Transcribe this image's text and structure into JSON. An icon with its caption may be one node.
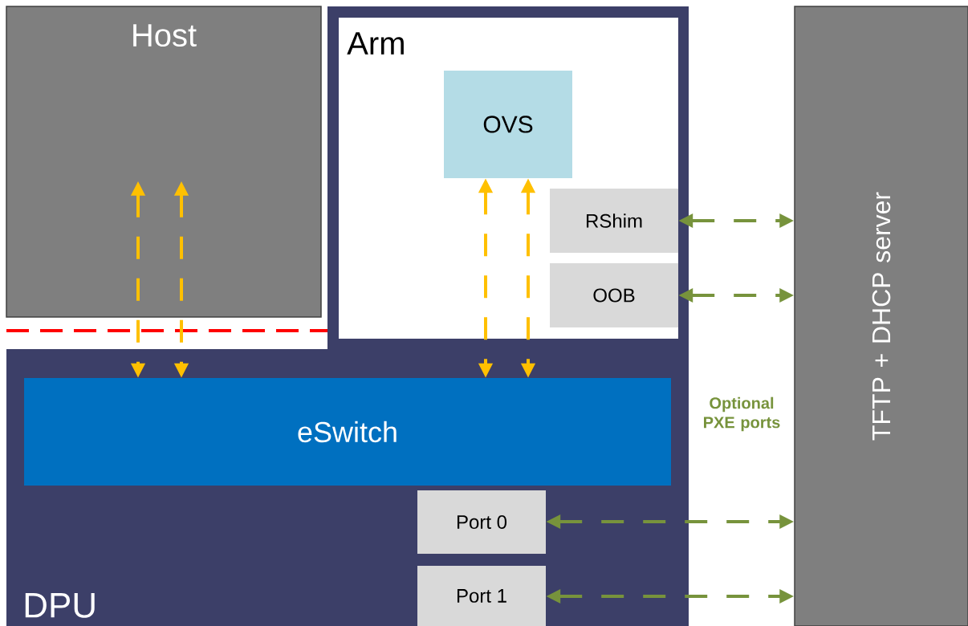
{
  "diagram": {
    "nodes": [
      {
        "text": [
          "DPU"
        ]
      },
      {
        "text": [
          "Host"
        ]
      },
      {
        "text": [
          "Arm"
        ],
        "in": 0
      },
      {
        "text": [
          "OVS"
        ],
        "in": 2
      },
      {
        "text": [
          "RShim"
        ],
        "in": 2
      },
      {
        "text": [
          "OOB"
        ],
        "in": 2
      },
      {
        "text": [
          "eSwitch"
        ],
        "in": 0
      },
      {
        "text": [
          "Port 0"
        ],
        "in": 0
      },
      {
        "text": [
          "Port 1"
        ],
        "in": 0
      },
      {
        "text": [
          "TFTP + DHCP server"
        ]
      }
    ],
    "edges": [
      {
        "from": 1,
        "to": 6,
        "arrow": "both",
        "style": "dashed",
        "color": "#ffc000"
      },
      {
        "from": 1,
        "to": 6,
        "arrow": "both",
        "style": "dashed",
        "color": "#ffc000"
      },
      {
        "from": 3,
        "to": 6,
        "arrow": "both",
        "style": "dashed",
        "color": "#ffc000"
      },
      {
        "from": 3,
        "to": 6,
        "arrow": "both",
        "style": "dashed",
        "color": "#ffc000"
      },
      {
        "from": 4,
        "to": 9,
        "arrow": "both",
        "style": "dashed",
        "color": "#77933c"
      },
      {
        "from": 5,
        "to": 9,
        "arrow": "both",
        "style": "dashed",
        "color": "#77933c"
      },
      {
        "from": 7,
        "to": 9,
        "arrow": "both",
        "style": "dashed",
        "color": "#77933c"
      },
      {
        "from": 8,
        "to": 9,
        "arrow": "both",
        "style": "dashed",
        "color": "#77933c"
      }
    ],
    "labels": [
      "Optional PXE ports"
    ]
  }
}
